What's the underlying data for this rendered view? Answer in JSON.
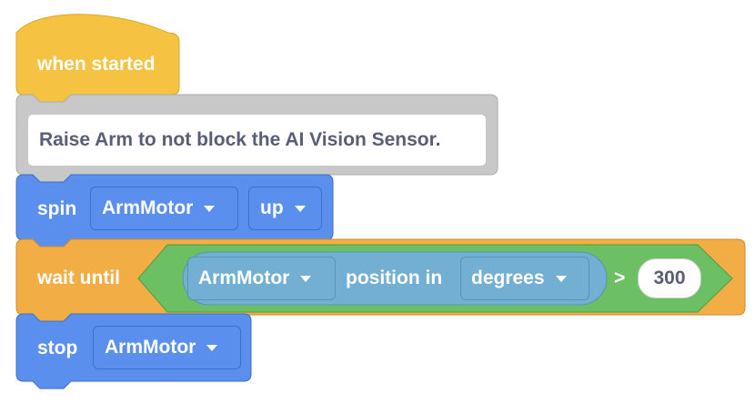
{
  "colors": {
    "events": "#F5C242",
    "comment": "#C8C8C8",
    "motion": "#5B8FEE",
    "control": "#F2AE44",
    "operator": "#6CBF62",
    "sensing_reporter": "#72AFD2"
  },
  "blocks": {
    "hat": {
      "label": "when started"
    },
    "comment": {
      "text": "Raise Arm to not block the AI Vision Sensor."
    },
    "spin": {
      "label": "spin",
      "motor": "ArmMotor",
      "direction": "up"
    },
    "wait": {
      "label": "wait until",
      "reporter": {
        "motor": "ArmMotor",
        "text": "position in",
        "unit": "degrees"
      },
      "operator": ">",
      "value": "300"
    },
    "stop": {
      "label": "stop",
      "motor": "ArmMotor"
    }
  }
}
